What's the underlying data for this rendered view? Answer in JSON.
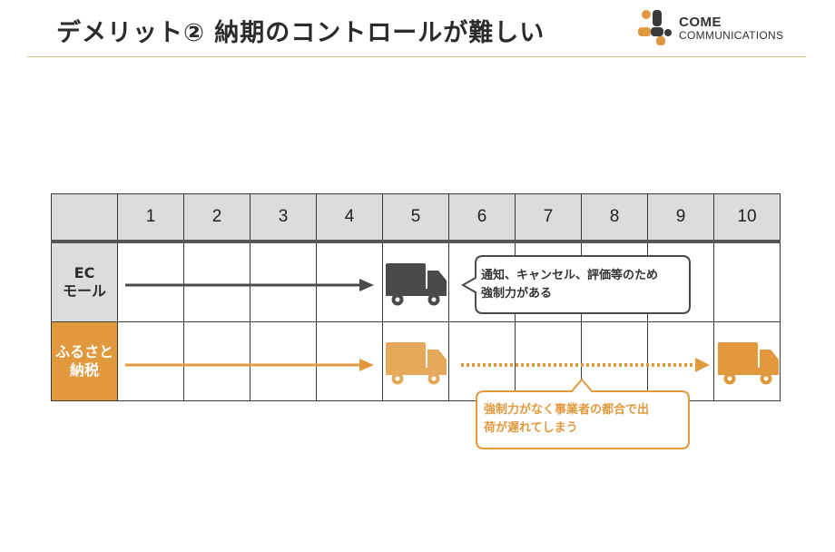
{
  "header": {
    "title": "デメリット② 納期のコントロールが難しい",
    "logo": {
      "line1": "COME",
      "line2": "COMMUNICATIONS",
      "colors": [
        "#e2993d",
        "#3a3a3a"
      ]
    }
  },
  "table": {
    "columns": [
      "1",
      "2",
      "3",
      "4",
      "5",
      "6",
      "7",
      "8",
      "9",
      "10"
    ],
    "rows": [
      {
        "label_line1": "EC",
        "label_line2": "モール"
      },
      {
        "label_line1": "ふるさと",
        "label_line2": "納税"
      }
    ]
  },
  "callouts": {
    "ec": "通知、キャンセル、評価等のため\n強制力がある",
    "furusato": "強制力がなく事業者の都合で出\n荷が遅れてしまう"
  },
  "icons": {
    "ec_truck": "truck-icon",
    "furusato_truck": "truck-icon",
    "furusato_late_truck": "truck-icon"
  },
  "colors": {
    "ec": "#4a4a4a",
    "furusato": "#e2993d",
    "header_bg": "#dcdcdc",
    "accent_rule": "#e0b77a"
  }
}
